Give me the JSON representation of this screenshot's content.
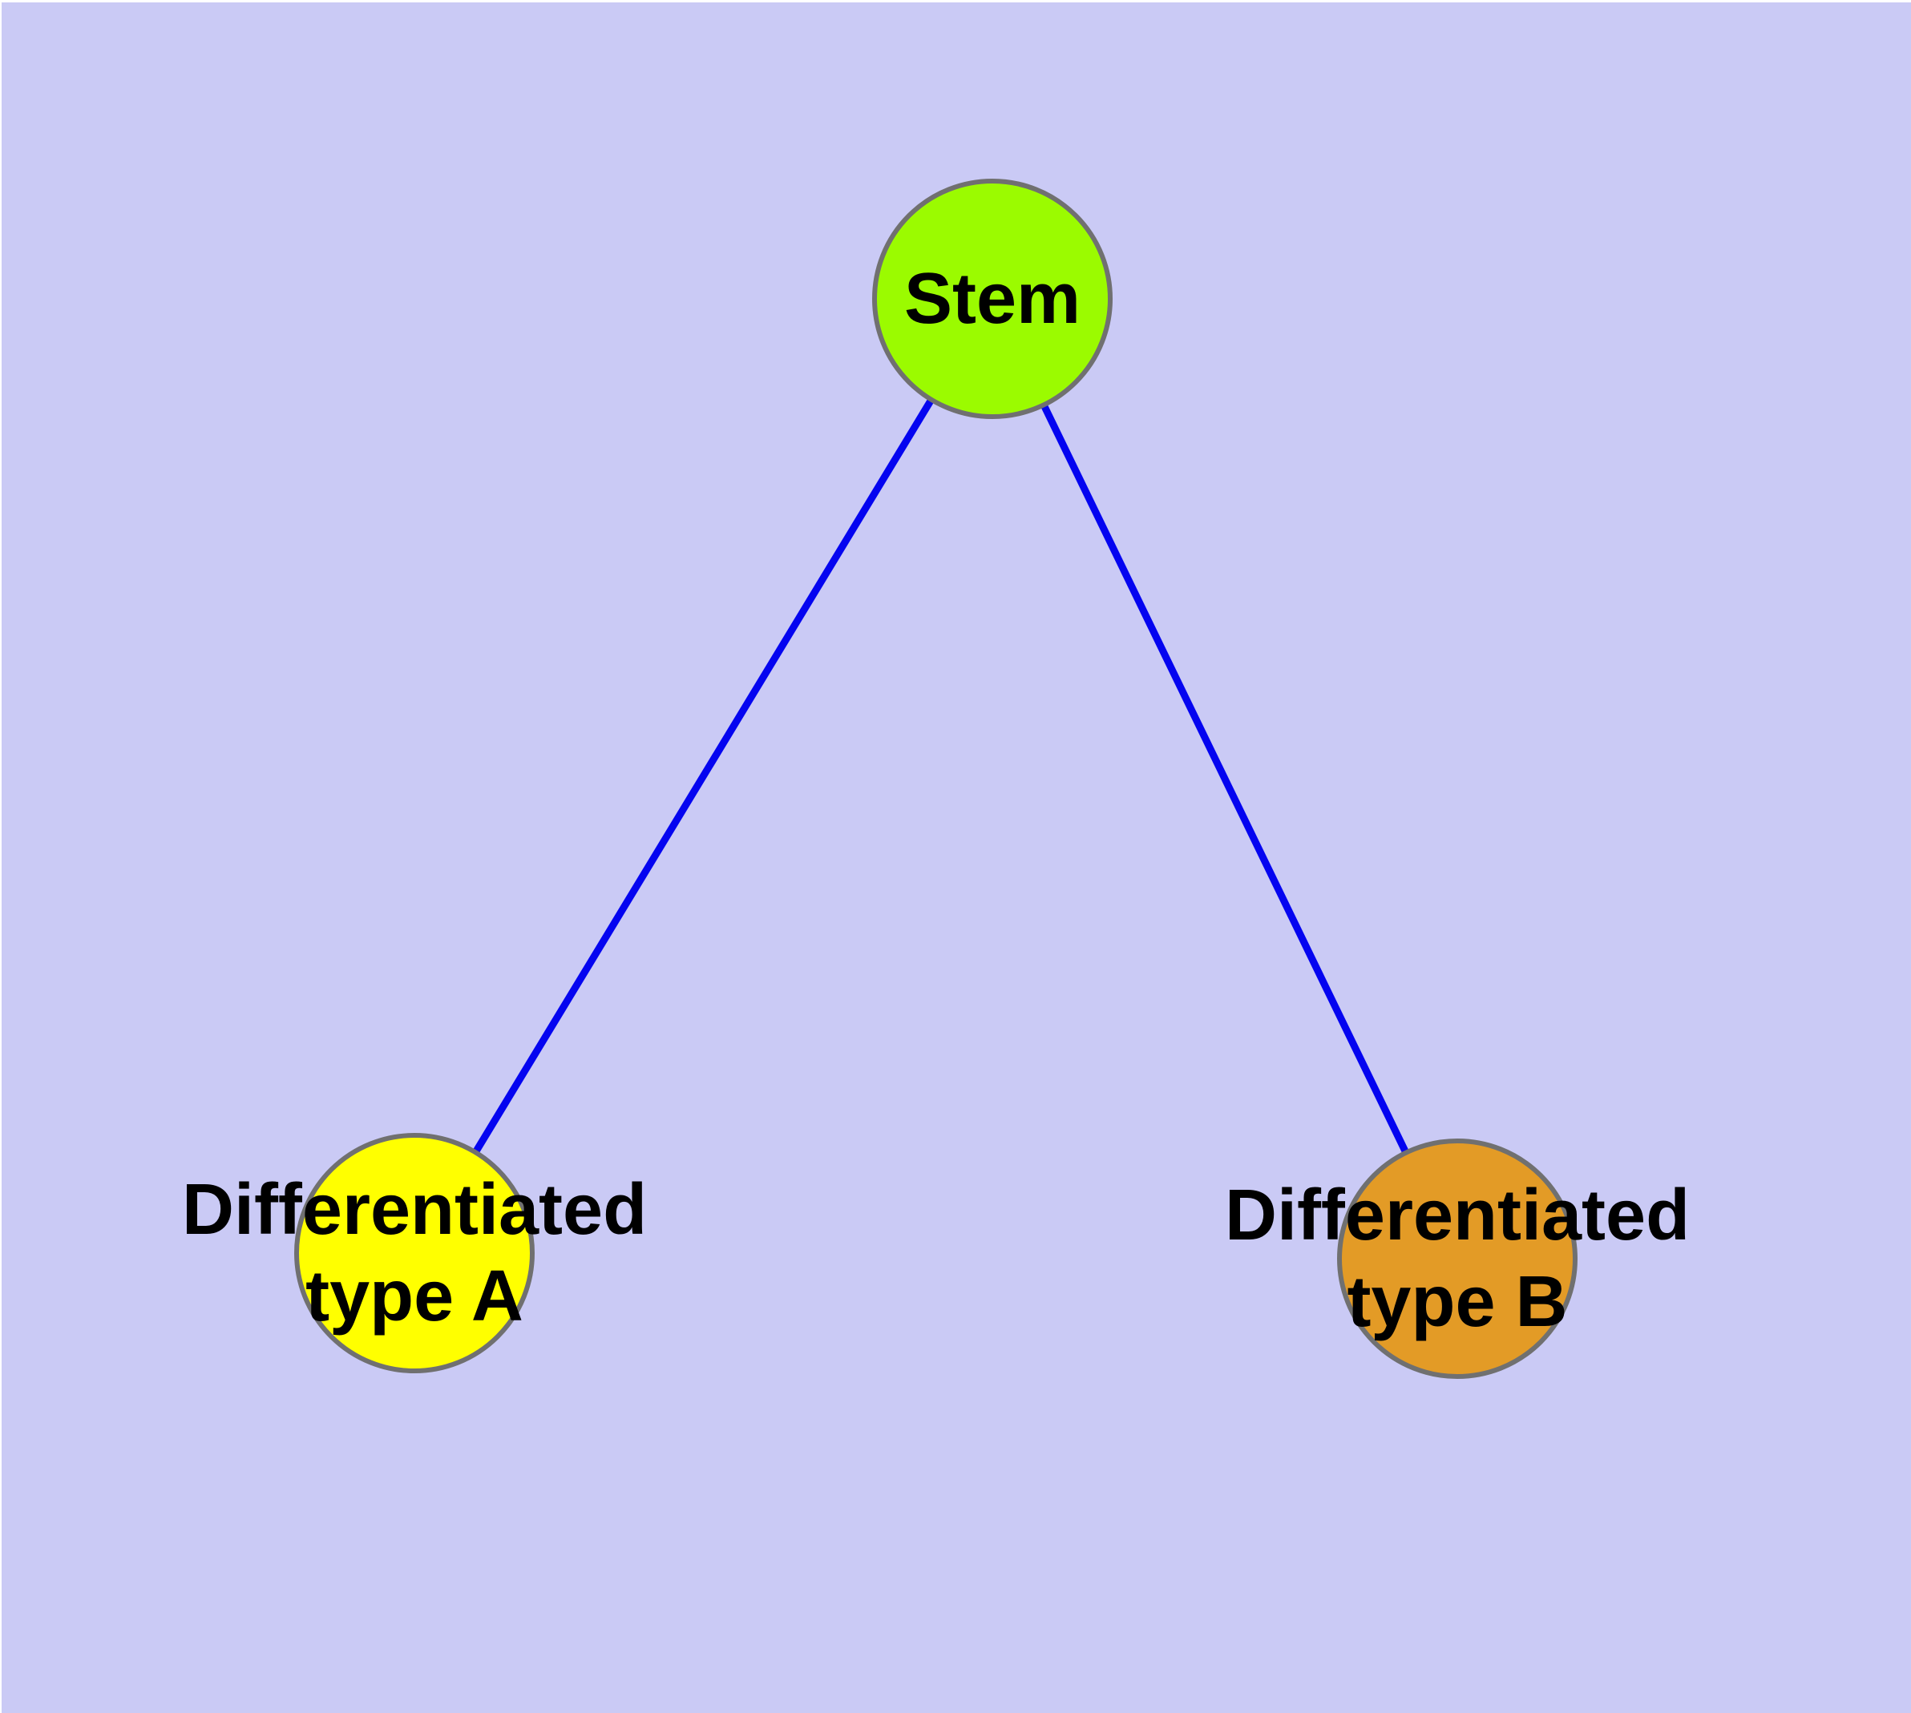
{
  "diagram": {
    "type": "graph",
    "description": "Cell differentiation tree: one stem node linked to two differentiated nodes",
    "background_color": "#cacaf5",
    "page_border_color": "#ffffff",
    "edge_color": "#0404f0",
    "node_border_color": "#707070",
    "label_color": "#000000",
    "nodes": [
      {
        "id": "stem",
        "label": "Stem",
        "fill": "#9bfb00"
      },
      {
        "id": "differentiated-type-a",
        "label": "Differentiated\ntype A",
        "fill": "#ffff00"
      },
      {
        "id": "differentiated-type-b",
        "label": "Differentiated\ntype B",
        "fill": "#e39b26"
      }
    ],
    "edges": [
      {
        "from": "stem",
        "to": "differentiated-type-a"
      },
      {
        "from": "stem",
        "to": "differentiated-type-b"
      }
    ]
  }
}
